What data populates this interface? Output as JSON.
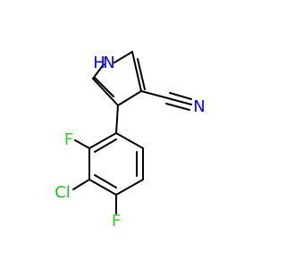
{
  "molecule": {
    "colors": {
      "bond": "#000000",
      "nitrogen": "#0000ff",
      "fluorine": "#33cc33",
      "chlorine": "#1fbf1f",
      "carbon": "#000000"
    },
    "labels": {
      "nh": "H",
      "n_pyrrole": "N",
      "n_nitrile": "N",
      "f_top": "F",
      "cl": "Cl",
      "f_bottom": "F"
    }
  }
}
